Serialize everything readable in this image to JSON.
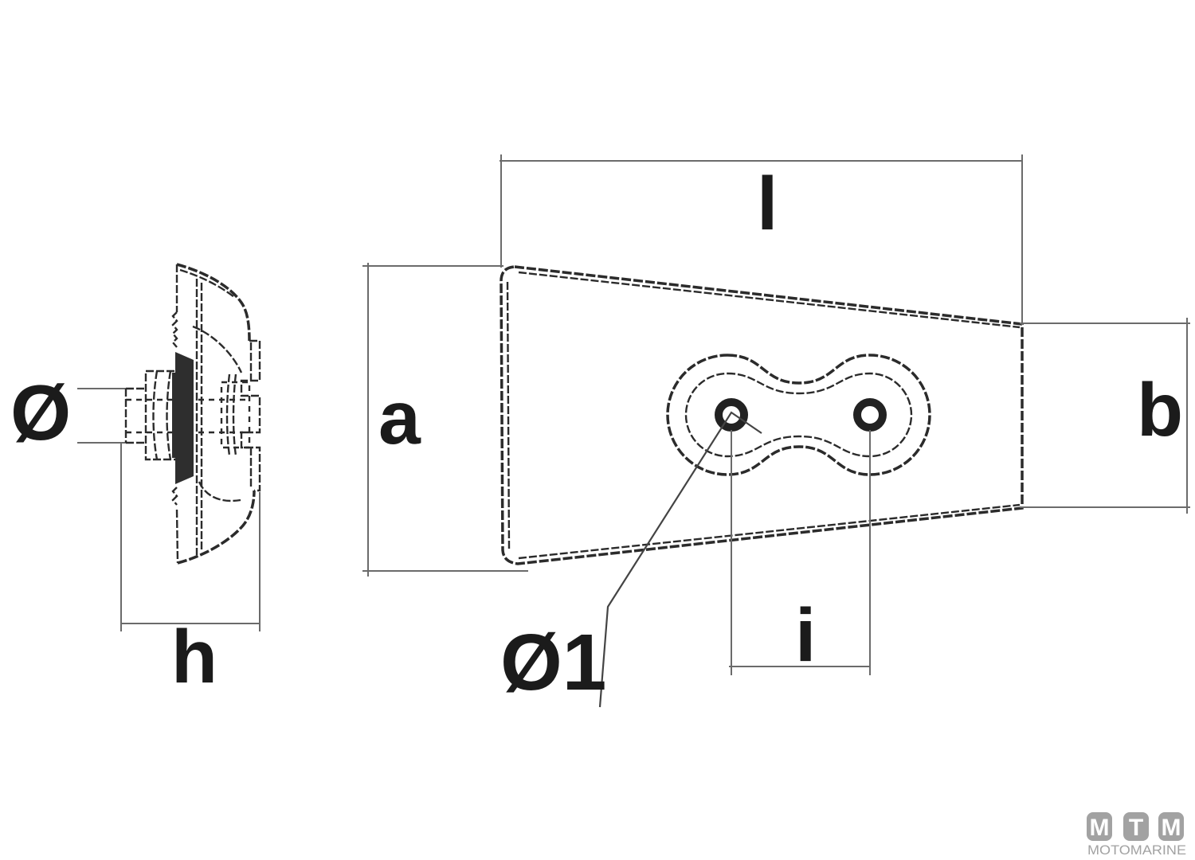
{
  "drawing": {
    "side_view": {
      "labels": {
        "stud_diameter": "Ø",
        "overall_depth": "h"
      }
    },
    "front_view": {
      "labels": {
        "overall_length": "l",
        "height_large_end": "a",
        "height_small_end": "b",
        "hole_spacing": "i",
        "hole_diameter": "Ø1"
      }
    }
  },
  "logo": {
    "blocks": [
      "M",
      "T",
      "M"
    ],
    "wordmark": "MOTOMARINE",
    "color": "#a2a2a2"
  },
  "colors": {
    "background": "#ffffff",
    "part_outline": "#2b2b2b",
    "dimension_line": "#6b6b6b",
    "label_text": "#1b1b1b"
  }
}
